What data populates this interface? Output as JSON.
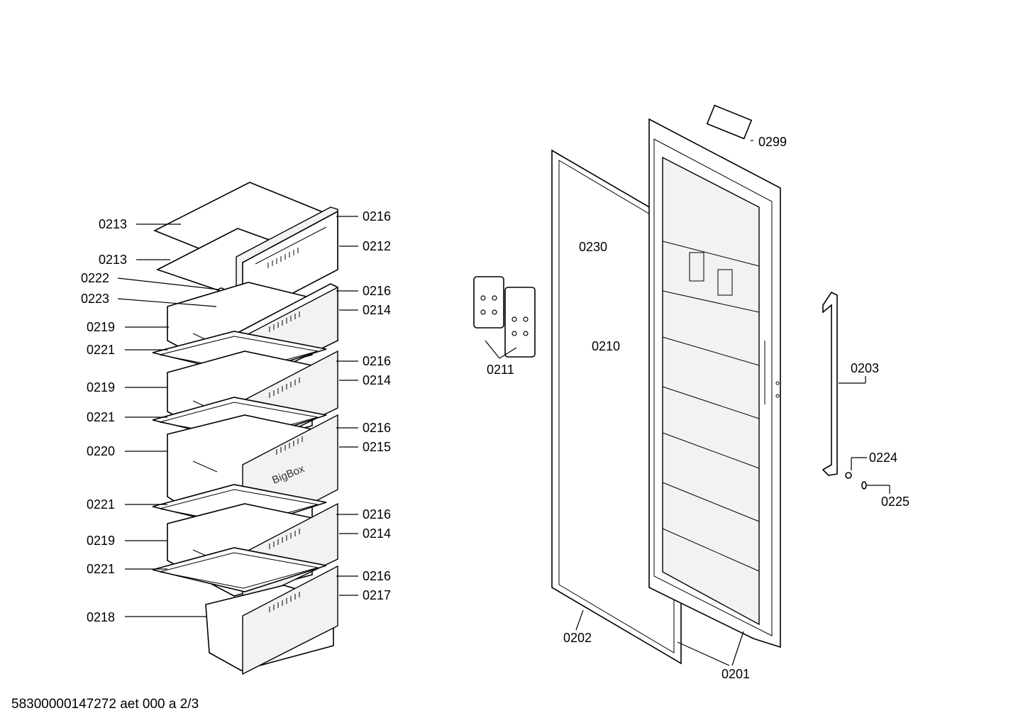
{
  "labels": {
    "l0213a": "0213",
    "l0213b": "0213",
    "l0222": "0222",
    "l0223": "0223",
    "l0219a": "0219",
    "l0221a": "0221",
    "l0219b": "0219",
    "l0221b": "0221",
    "l0220": "0220",
    "l0221c": "0221",
    "l0219c": "0219",
    "l0221d": "0221",
    "l0218": "0218",
    "l0216a": "0216",
    "l0212": "0212",
    "l0216b": "0216",
    "l0214a": "0214",
    "l0216c": "0216",
    "l0214b": "0214",
    "l0216d": "0216",
    "l0215": "0215",
    "l0216e": "0216",
    "l0214c": "0214",
    "l0216f": "0216",
    "l0217": "0217",
    "l0211": "0211",
    "l0230": "0230",
    "l0210": "0210",
    "l0202": "0202",
    "l0201": "0201",
    "l0299": "0299",
    "l0203": "0203",
    "l0224": "0224",
    "l0225": "0225"
  },
  "drawer_brand": "BigBox",
  "footer": "58300000147272 aet 000 a 2/3"
}
